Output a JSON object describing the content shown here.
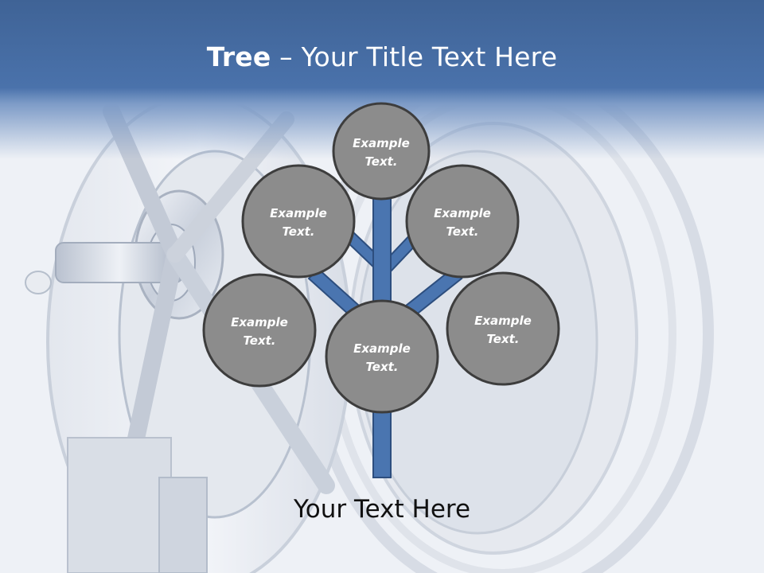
{
  "slide": {
    "title_bold": "Tree",
    "title_dash": " – ",
    "title_rest": "Your Title Text Here",
    "caption": "Your Text Here"
  },
  "diagram": {
    "nodes": [
      {
        "id": "top",
        "line1": "Example",
        "line2": "Text."
      },
      {
        "id": "upper-left",
        "line1": "Example",
        "line2": "Text."
      },
      {
        "id": "upper-right",
        "line1": "Example",
        "line2": "Text."
      },
      {
        "id": "lower-left",
        "line1": "Example",
        "line2": "Text."
      },
      {
        "id": "center",
        "line1": "Example",
        "line2": "Text."
      },
      {
        "id": "lower-right",
        "line1": "Example",
        "line2": "Text."
      }
    ]
  },
  "colors": {
    "header": "#4a72ab",
    "trunk": "#4a75b0",
    "trunk_stroke": "#2d4e7e",
    "node_fill": "#8c8c8c",
    "node_stroke": "#3d3d3d",
    "node_text": "#ffffff"
  }
}
